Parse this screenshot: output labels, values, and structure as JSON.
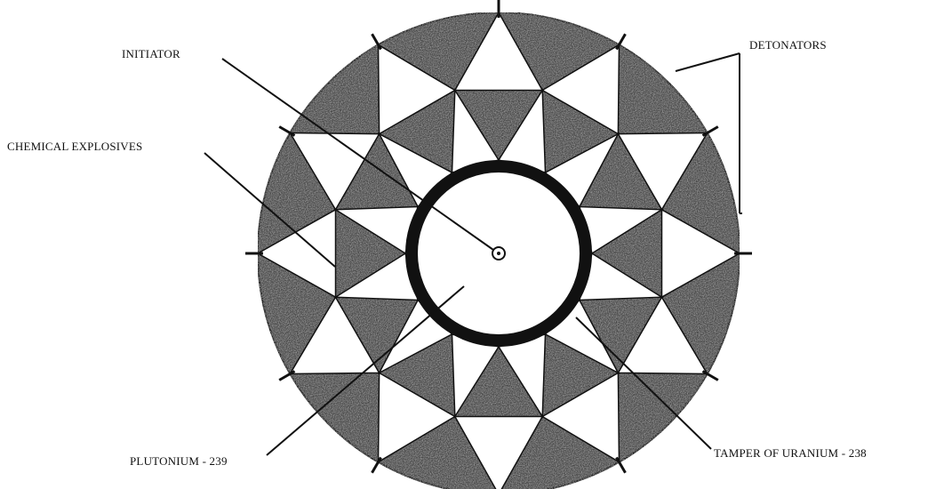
{
  "labels": {
    "initiator": "INITIATOR",
    "detonators": "DETONATORS",
    "chemical_explosives": "CHEMICAL EXPLOSIVES",
    "plutonium": "PLUTONIUM - 239",
    "tamper": "TAMPER OF URANIUM - 238"
  },
  "colors": {
    "dark_fill": "#4a4a4a",
    "line": "#111111",
    "light_fill": "#ffffff"
  }
}
